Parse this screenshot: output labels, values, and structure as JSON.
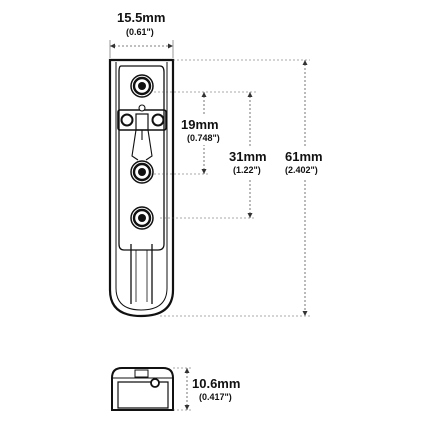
{
  "dimensions": {
    "width": {
      "mm": "15.5mm",
      "inch": "(0.61\")"
    },
    "hole_spacing": {
      "mm": "19mm",
      "inch": "(0.748\")"
    },
    "mid_length": {
      "mm": "31mm",
      "inch": "(1.22\")"
    },
    "total_length": {
      "mm": "61mm",
      "inch": "(2.402\")"
    },
    "end_height": {
      "mm": "10.6mm",
      "inch": "(0.417\")"
    }
  },
  "colors": {
    "line": "#111111",
    "dimension_line": "#555555",
    "background": "#ffffff"
  }
}
